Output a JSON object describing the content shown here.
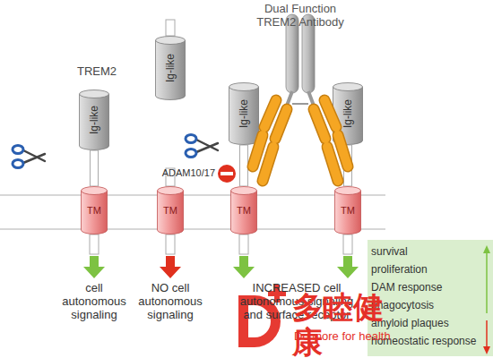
{
  "diagram": {
    "nodes": [
      {
        "text": [
          "Ig-like"
        ]
      },
      {
        "text": [
          "TM"
        ]
      },
      {
        "text": [
          "Ig-like"
        ]
      },
      {
        "text": [
          "TM"
        ]
      },
      {
        "text": [
          "Ig-like"
        ]
      },
      {
        "text": [
          "TM"
        ]
      },
      {
        "text": [
          "Ig-like"
        ]
      },
      {
        "text": [
          "TM"
        ]
      },
      {
        "text": [
          "survival",
          "proliferation",
          "DAM response",
          "phagocytosis",
          "amyloid plaques",
          "homeostatic response"
        ]
      }
    ],
    "edges": [
      {
        "from": 0,
        "to": 1,
        "arrow": "none"
      },
      {
        "from": 4,
        "to": 5,
        "arrow": "none"
      },
      {
        "from": 6,
        "to": 7,
        "arrow": "none"
      }
    ],
    "labels": [
      "TREM2",
      "Dual Function TREM2 Antibody",
      "ADAM10/17",
      "cell autonomous signaling",
      "NO cell autonomous signaling",
      "INCREASED cell autonomous signaling and surface receptor",
      "多睦健康",
      "Do more for health"
    ]
  }
}
